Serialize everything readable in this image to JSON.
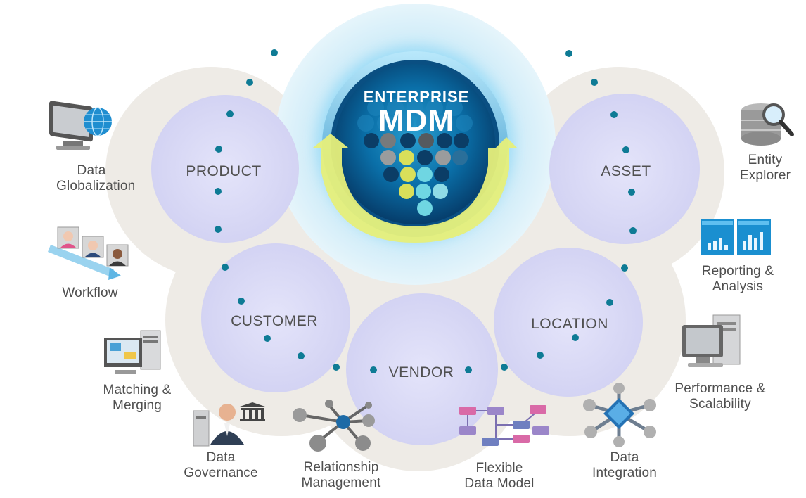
{
  "hub": {
    "line1": "ENTERPRISE",
    "line2": "MDM"
  },
  "segments": {
    "product": "PRODUCT",
    "asset": "ASSET",
    "customer": "CUSTOMER",
    "vendor": "VENDOR",
    "location": "LOCATION"
  },
  "capabilities": {
    "data_globalization": [
      "Data",
      "Globalization"
    ],
    "workflow": [
      "Workflow"
    ],
    "matching_merging": [
      "Matching &",
      "Merging"
    ],
    "data_governance": [
      "Data",
      "Governance"
    ],
    "relationship_management": [
      "Relationship",
      "Management"
    ],
    "flexible_data_model": [
      "Flexible",
      "Data Model"
    ],
    "data_integration": [
      "Data",
      "Integration"
    ],
    "performance_scalability": [
      "Performance &",
      "Scalability"
    ],
    "reporting_analysis": [
      "Reporting &",
      "Analysis"
    ],
    "entity_explorer": [
      "Entity",
      "Explorer"
    ]
  },
  "colors": {
    "outer_ring": "#eeebe6",
    "segment_fill": "#dcdcf6",
    "hub_glow": "#cbe9f8",
    "dot": "#0e7b95",
    "arrow": "#e6ef7a",
    "text": "#505050"
  },
  "icons": [
    "monitor-globe-icon",
    "users-workflow-icon",
    "computer-merge-icon",
    "governance-person-icon",
    "relationship-network-icon",
    "data-model-icon",
    "integration-hub-icon",
    "server-computer-icon",
    "bar-chart-icon",
    "database-search-icon"
  ]
}
